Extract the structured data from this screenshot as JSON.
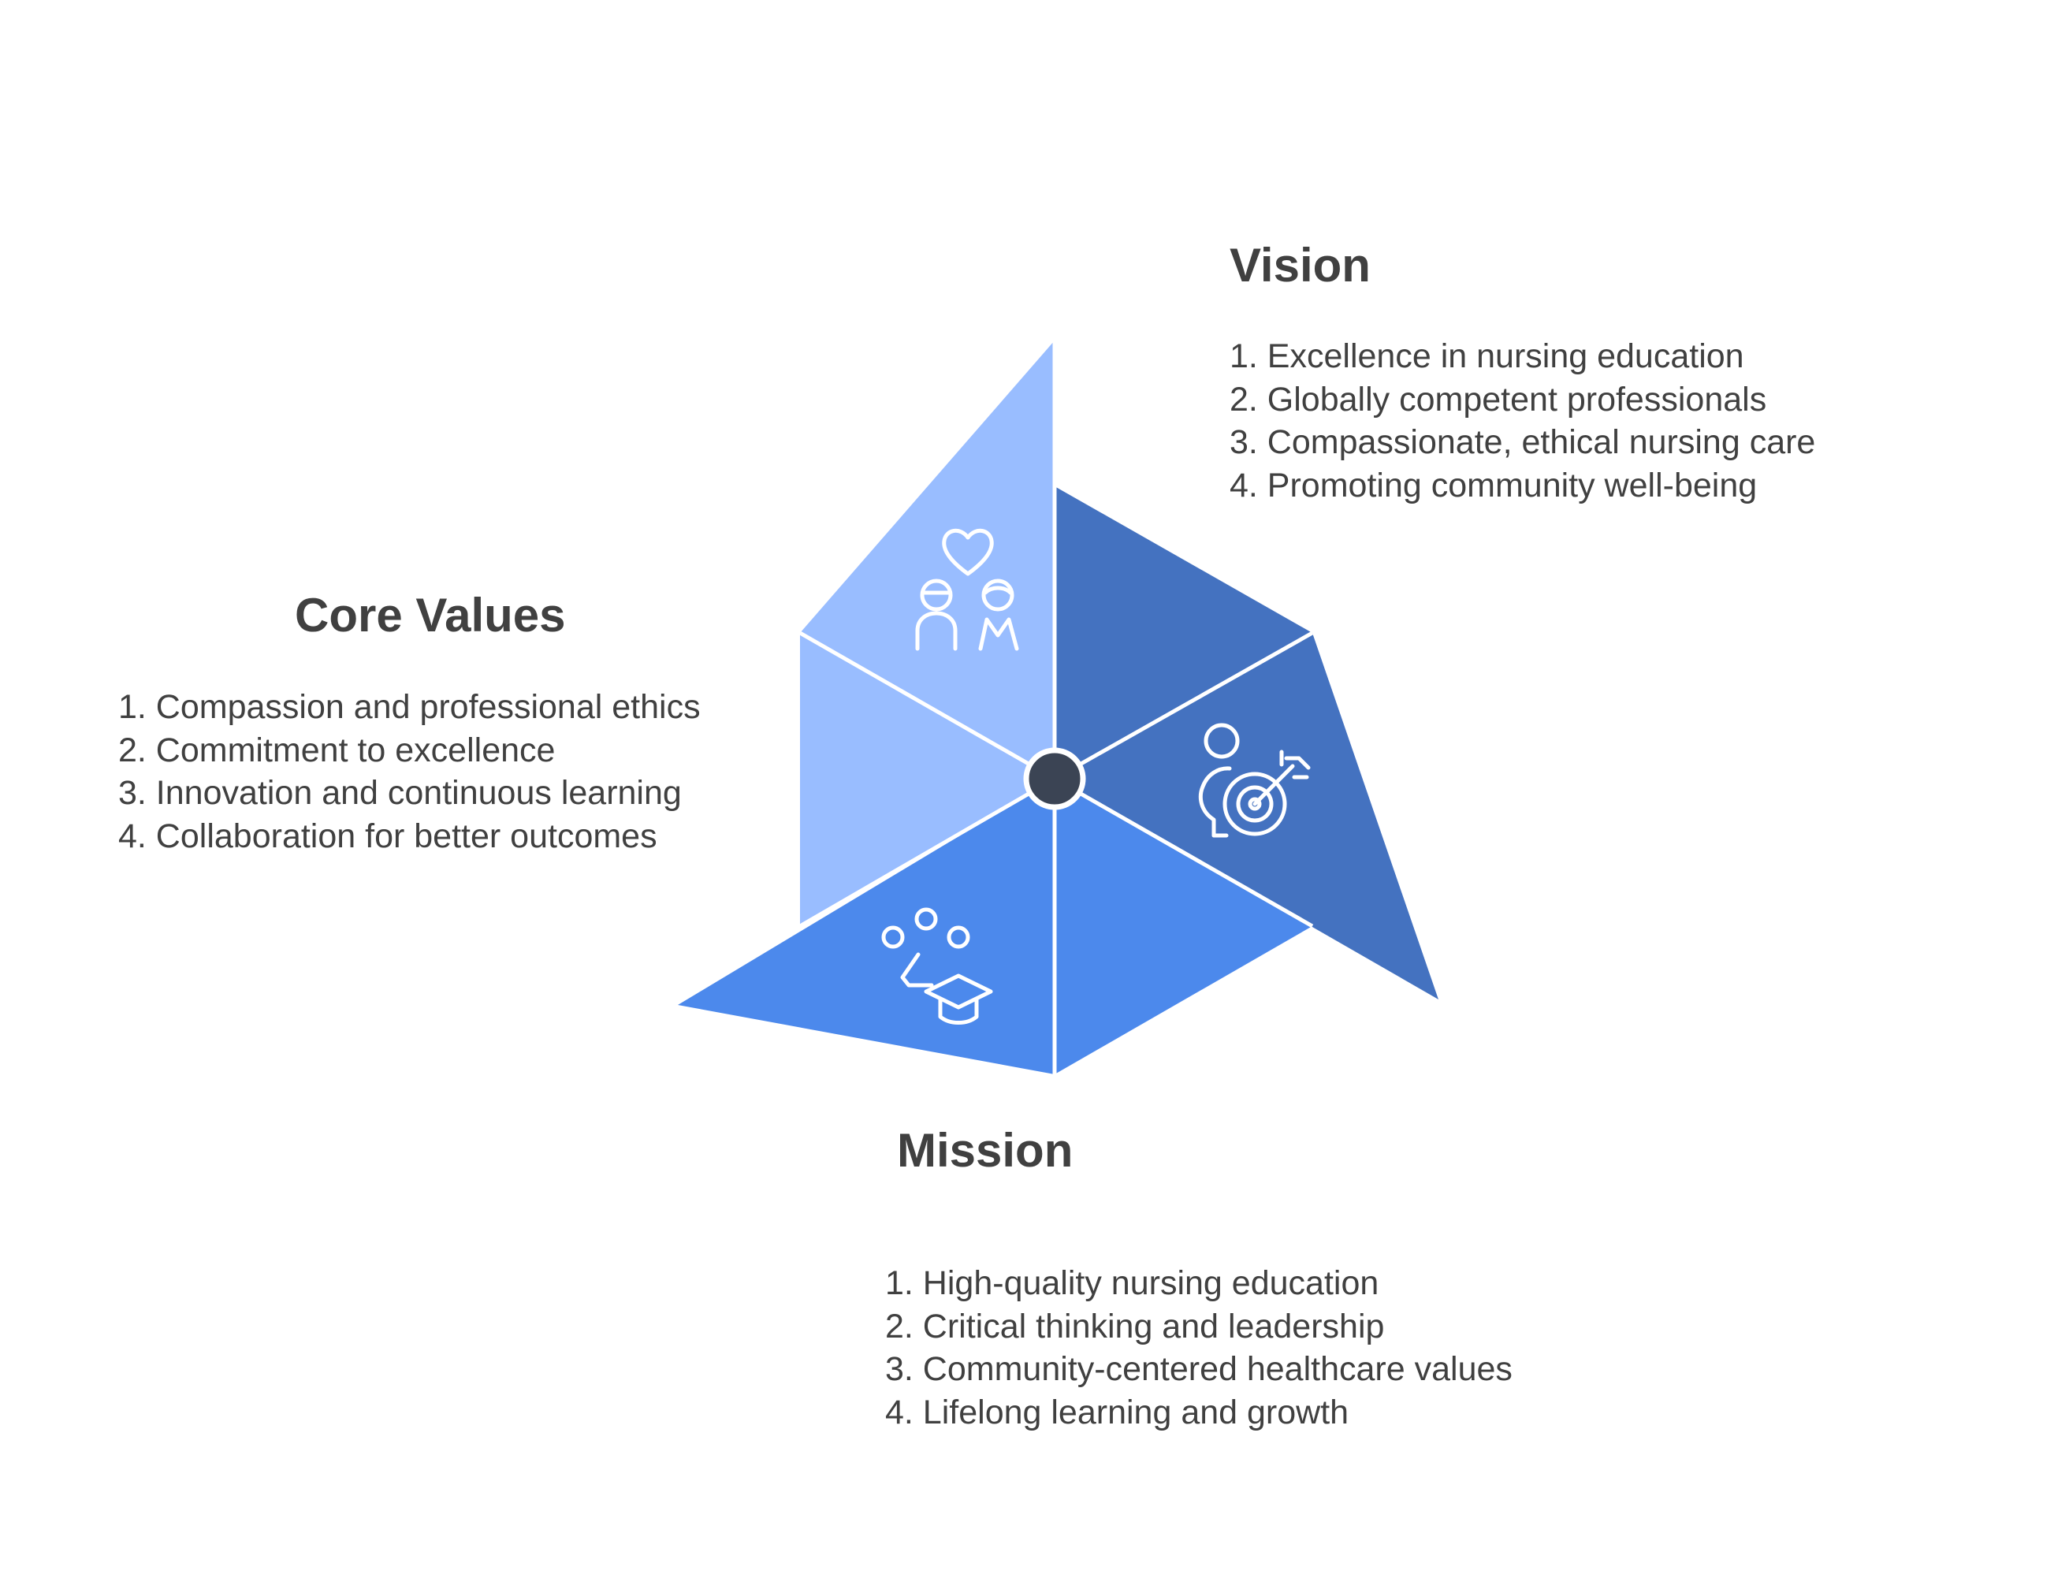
{
  "colors": {
    "light_blue": "#99BDFF",
    "dark_blue": "#4472C0",
    "medium_blue": "#4C89EC",
    "hub": "#3B4454",
    "divider": "#FFFFFF"
  },
  "sections": {
    "vision": {
      "title": "Vision",
      "icon": "person-target-icon",
      "items": [
        "1. Excellence in nursing education",
        "2. Globally competent professionals",
        "3. Compassionate, ethical nursing care",
        "4. Promoting community well-being"
      ]
    },
    "core_values": {
      "title": "Core Values",
      "icon": "people-heart-icon",
      "items": [
        "1. Compassion and professional ethics",
        "2. Commitment to excellence",
        "3. Innovation and continuous learning",
        "4. Collaboration for better outcomes"
      ]
    },
    "mission": {
      "title": "Mission",
      "icon": "graduation-cap-icon",
      "items": [
        "1. High-quality nursing education",
        "2. Critical thinking and leadership",
        "3. Community-centered healthcare values",
        "4. Lifelong learning and growth"
      ]
    }
  }
}
